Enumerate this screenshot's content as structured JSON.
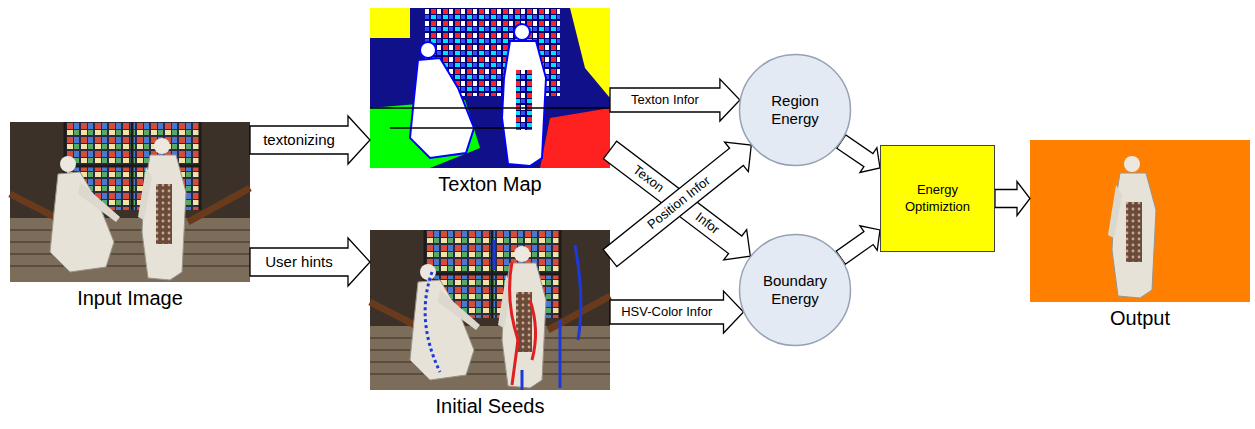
{
  "diagram": {
    "nodes": [
      {
        "text": [
          "Input Image"
        ]
      },
      {
        "text": [
          "Texton Map"
        ]
      },
      {
        "text": [
          "Initial Seeds"
        ]
      },
      {
        "text": [
          "Region Energy"
        ]
      },
      {
        "text": [
          "Boundary Energy"
        ]
      },
      {
        "text": [
          "Energy Optimiztion"
        ]
      },
      {
        "text": [
          "Output"
        ]
      }
    ],
    "edges": [
      {
        "from": 0,
        "to": 1,
        "arrow": "to",
        "label": "textonizing"
      },
      {
        "from": 0,
        "to": 2,
        "arrow": "to",
        "label": "User hints"
      },
      {
        "from": 1,
        "to": 3,
        "arrow": "to",
        "label": "Texton Infor"
      },
      {
        "from": 1,
        "to": 4,
        "arrow": "to",
        "label": "Texon Infor"
      },
      {
        "from": 2,
        "to": 3,
        "arrow": "to",
        "label": "Position Infor"
      },
      {
        "from": 2,
        "to": 4,
        "arrow": "to",
        "label": "HSV-Color Infor"
      },
      {
        "from": 3,
        "to": 5,
        "arrow": "to"
      },
      {
        "from": 4,
        "to": 5,
        "arrow": "to"
      },
      {
        "from": 5,
        "to": 6,
        "arrow": "to"
      }
    ]
  }
}
